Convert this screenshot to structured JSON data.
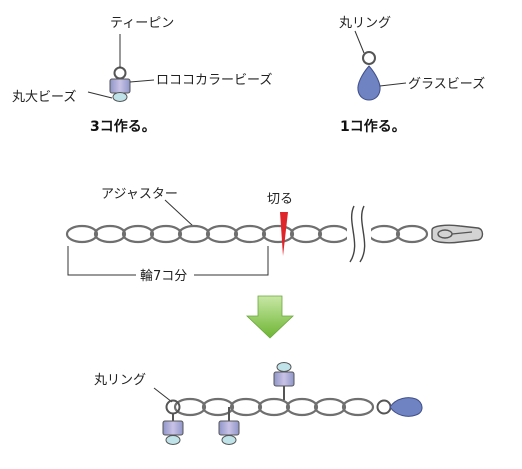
{
  "top_left": {
    "tpin_label": "ティーピン",
    "rococo_label": "ロココカラービーズ",
    "round_bead_label": "丸大ビーズ",
    "caption": "3コ作る。"
  },
  "top_right": {
    "ring_label": "丸リング",
    "glass_label": "グラスビーズ",
    "caption": "1コ作る。"
  },
  "middle": {
    "chain_label": "アジャスター",
    "cut_label": "切る",
    "bracket_label": "輪7コ分"
  },
  "bottom": {
    "ring_label": "丸リング"
  },
  "colors": {
    "chain": "#6f6f6f",
    "rococo": "#9aa0cf",
    "round_bead": "#bfe3e8",
    "glass_bead": "#6f82c2",
    "cut_mark": "#e0252a",
    "arrow": "#88c64a"
  }
}
